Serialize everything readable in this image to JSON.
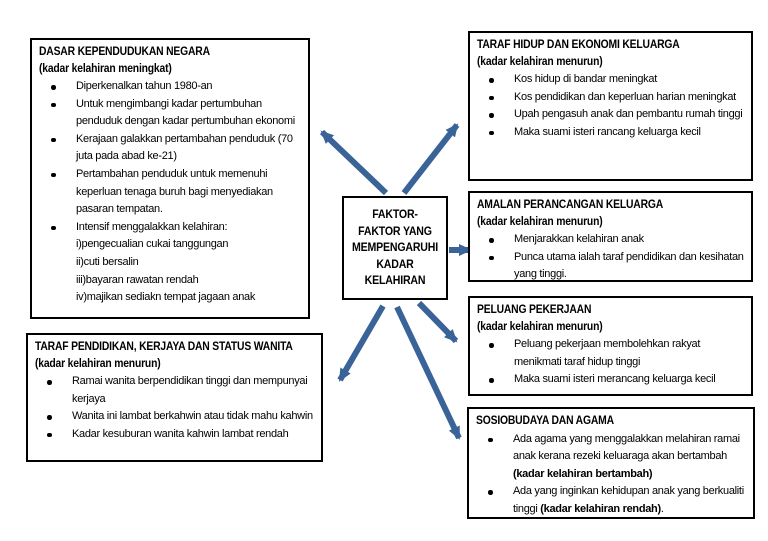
{
  "colors": {
    "arrow": "#3a6398",
    "box_border": "#000000",
    "text": "#000000",
    "page_bg": "#ffffff"
  },
  "center_box": {
    "lines": [
      "FAKTOR-",
      "FAKTOR YANG",
      "MEMPENGARUHI",
      "KADAR",
      "KELAHIRAN"
    ]
  },
  "boxes": {
    "dasar": {
      "title": "DASAR KEPENDUDUKAN NEGARA",
      "subtitle": "(kadar kelahiran meningkat)",
      "bullets": [
        {
          "segments": [
            {
              "text": "Diperkenalkan tahun 1980-an"
            }
          ]
        },
        {
          "segments": [
            {
              "text": "Untuk mengimbangi kadar pertumbuhan penduduk dengan kadar pertumbuhan ekonomi"
            }
          ]
        },
        {
          "segments": [
            {
              "text": "Kerajaan galakkan pertambahan penduduk (70 juta pada abad ke-21)"
            }
          ]
        },
        {
          "segments": [
            {
              "text": "Pertambahan penduduk untuk memenuhi keperluan tenaga buruh bagi menyediakan pasaran tempatan."
            }
          ]
        },
        {
          "segments": [
            {
              "text": "Intensif menggalakkan kelahiran:"
            }
          ],
          "sublines": [
            "i)pengecualian cukai tanggungan",
            "ii)cuti bersalin",
            "iii)bayaran rawatan rendah",
            "iv)majikan sediakn tempat jagaan anak"
          ]
        }
      ]
    },
    "pendidikan": {
      "title": "TARAF PENDIDIKAN, KERJAYA DAN STATUS WANITA",
      "subtitle": "(kadar kelahiran menurun)",
      "bullets": [
        {
          "segments": [
            {
              "text": "Ramai wanita berpendidikan tinggi dan mempunyai kerjaya"
            }
          ]
        },
        {
          "segments": [
            {
              "text": "Wanita ini lambat berkahwin atau tidak mahu kahwin"
            }
          ]
        },
        {
          "segments": [
            {
              "text": "Kadar kesuburan wanita kahwin lambat rendah"
            }
          ]
        }
      ]
    },
    "hidup": {
      "title": "TARAF HIDUP DAN EKONOMI KELUARGA",
      "subtitle": "(kadar kelahiran menurun)",
      "bullets": [
        {
          "segments": [
            {
              "text": "Kos hidup di bandar meningkat"
            }
          ]
        },
        {
          "segments": [
            {
              "text": "Kos pendidikan dan keperluan harian meningkat"
            }
          ]
        },
        {
          "segments": [
            {
              "text": "Upah pengasuh anak dan pembantu rumah tinggi"
            }
          ]
        },
        {
          "segments": [
            {
              "text": "Maka suami isteri rancang keluarga kecil"
            }
          ]
        }
      ]
    },
    "amalan": {
      "title": "AMALAN PERANCANGAN KELUARGA",
      "subtitle": "(kadar kelahiran menurun)",
      "bullets": [
        {
          "segments": [
            {
              "text": "Menjarakkan kelahiran anak"
            }
          ]
        },
        {
          "segments": [
            {
              "text": "Punca utama ialah taraf pendidikan dan kesihatan yang tinggi."
            }
          ]
        }
      ]
    },
    "peluang": {
      "title": "PELUANG PEKERJAAN",
      "subtitle": "(kadar kelahiran menurun)",
      "bullets": [
        {
          "segments": [
            {
              "text": "Peluang pekerjaan membolehkan rakyat menikmati taraf hidup tinggi"
            }
          ]
        },
        {
          "segments": [
            {
              "text": "Maka suami isteri merancang keluarga kecil"
            }
          ]
        }
      ]
    },
    "sosio": {
      "title": "SOSIOBUDAYA DAN AGAMA",
      "subtitle": null,
      "bullets": [
        {
          "segments": [
            {
              "text": "Ada agama yang menggalakkan melahiran ramai anak kerana rezeki keluaraga akan bertambah "
            },
            {
              "text": "(kadar kelahiran bertambah)",
              "bold": true
            }
          ]
        },
        {
          "segments": [
            {
              "text": "Ada yang inginkan kehidupan anak yang berkualiti tinggi "
            },
            {
              "text": "(kadar kelahiran rendah)",
              "bold": true
            },
            {
              "text": "."
            }
          ]
        }
      ]
    }
  }
}
